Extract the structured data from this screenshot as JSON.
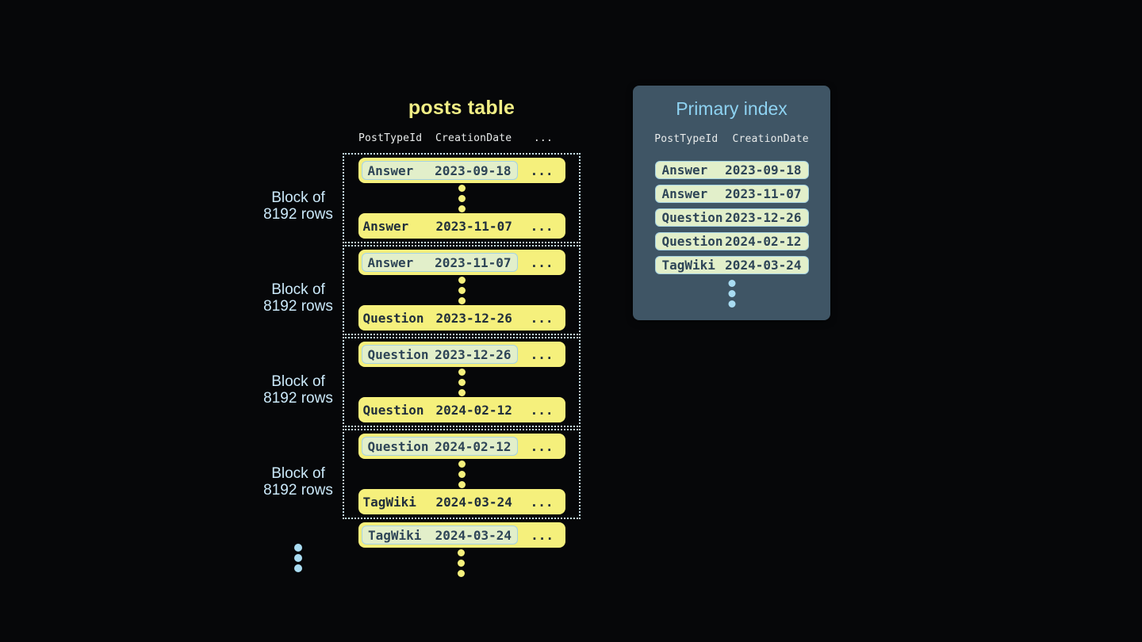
{
  "posts_table": {
    "title": "posts table",
    "header": {
      "col1": "PostTypeId",
      "col2": "CreationDate",
      "col3": "..."
    },
    "block_label": {
      "line1": "Block of",
      "line2": "8192 rows"
    },
    "row_ellipsis": "...",
    "blocks": [
      {
        "first": {
          "type": "Answer",
          "date": "2023-09-18"
        },
        "last": {
          "type": "Answer",
          "date": "2023-11-07"
        }
      },
      {
        "first": {
          "type": "Answer",
          "date": "2023-11-07"
        },
        "last": {
          "type": "Question",
          "date": "2023-12-26"
        }
      },
      {
        "first": {
          "type": "Question",
          "date": "2023-12-26"
        },
        "last": {
          "type": "Question",
          "date": "2024-02-12"
        }
      },
      {
        "first": {
          "type": "Question",
          "date": "2024-02-12"
        },
        "last": {
          "type": "TagWiki",
          "date": "2024-03-24"
        }
      }
    ],
    "overflow_row": {
      "type": "TagWiki",
      "date": "2024-03-24"
    }
  },
  "primary_index": {
    "title": "Primary index",
    "header": {
      "col1": "PostTypeId",
      "col2": "CreationDate"
    },
    "rows": [
      {
        "type": "Answer",
        "date": "2023-09-18"
      },
      {
        "type": "Answer",
        "date": "2023-11-07"
      },
      {
        "type": "Question",
        "date": "2023-12-26"
      },
      {
        "type": "Question",
        "date": "2024-02-12"
      },
      {
        "type": "TagWiki",
        "date": "2024-03-24"
      }
    ]
  },
  "colors": {
    "background": "#060709",
    "row_yellow": "#f5f07c",
    "highlight_bg": "#e2efca",
    "highlight_border": "#a5d2e2",
    "row_text_dark": "#212f3c",
    "highlight_text": "#2e4557",
    "panel_bg": "#3f5565",
    "title_yellow": "#f1ee85",
    "title_blue": "#8ed2f1",
    "label_blue": "#cbe9fa",
    "header_text": "#e8ebeb",
    "dot_blue": "#a9dcf2",
    "dotted_border": "#c6dfe9"
  }
}
